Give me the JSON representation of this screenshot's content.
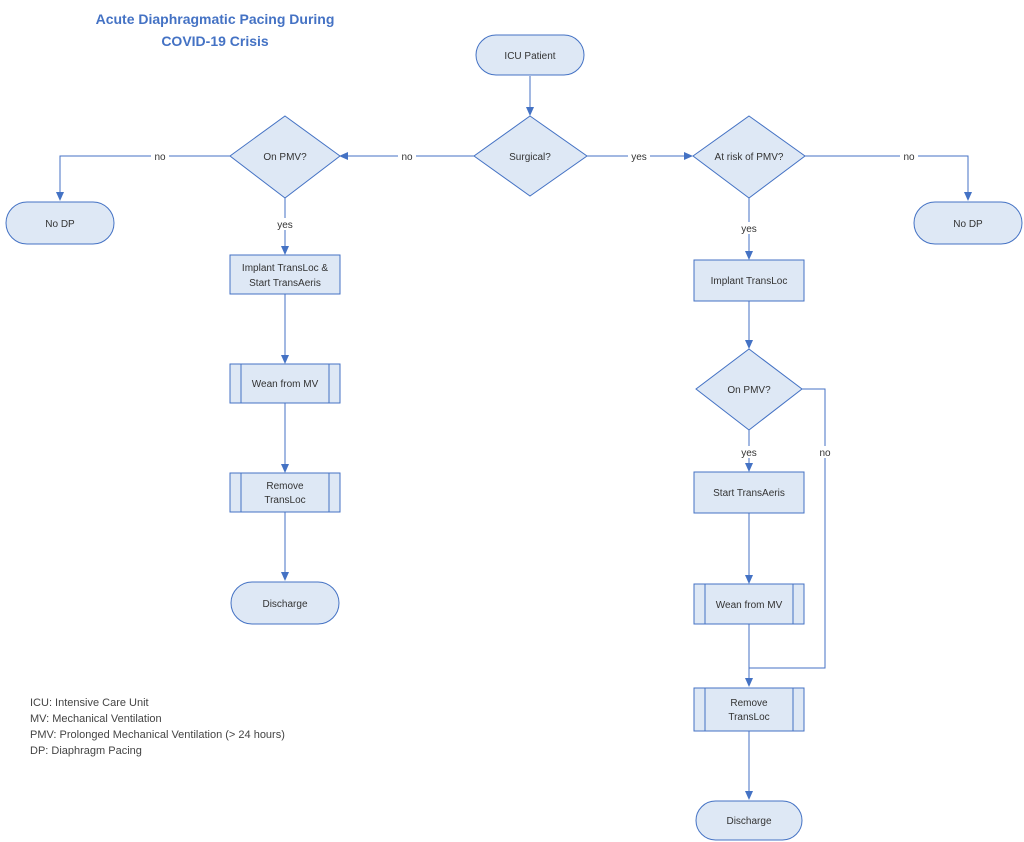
{
  "title": {
    "line1": "Acute Diaphragmatic Pacing During",
    "line2": "COVID-19 Crisis"
  },
  "nodes": {
    "icu_patient": "ICU Patient",
    "surgical": "Surgical?",
    "on_pmv_left": "On PMV?",
    "at_risk_pmv": "At risk of PMV?",
    "no_dp_left": "No DP",
    "no_dp_right": "No DP",
    "implant_start_line1": "Implant TransLoc &",
    "implant_start_line2": "Start TransAeris",
    "wean_left": "Wean from MV",
    "remove_left_line1": "Remove",
    "remove_left_line2": "TransLoc",
    "discharge_left": "Discharge",
    "implant_right": "Implant TransLoc",
    "on_pmv_right": "On PMV?",
    "start_transaeris": "Start TransAeris",
    "wean_right": "Wean from MV",
    "remove_right_line1": "Remove",
    "remove_right_line2": "TransLoc",
    "discharge_right": "Discharge"
  },
  "edges": {
    "surgical_no": "no",
    "surgical_yes": "yes",
    "pmv_left_no": "no",
    "pmv_left_yes": "yes",
    "risk_no": "no",
    "risk_yes": "yes",
    "pmv_right_yes": "yes",
    "pmv_right_no": "no"
  },
  "legend": [
    "ICU: Intensive Care Unit",
    "MV: Mechanical Ventilation",
    "PMV: Prolonged Mechanical Ventilation (> 24 hours)",
    "DP: Diaphragm Pacing"
  ],
  "colors": {
    "shape_fill": "#dee8f5",
    "stroke": "#4472c4",
    "title": "#4472c4"
  }
}
